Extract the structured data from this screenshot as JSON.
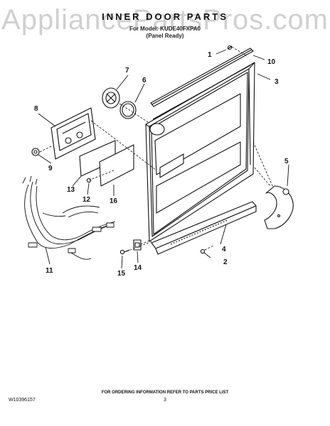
{
  "watermark": "AppliancePartsPros.com",
  "header": {
    "title": "INNER DOOR PARTS",
    "model_line": "For Model: KUDE40FXPA0",
    "panel_line": "(Panel Ready)"
  },
  "callouts": {
    "c1": "1",
    "c2": "2",
    "c3": "3",
    "c4": "4",
    "c5": "5",
    "c6": "6",
    "c7": "7",
    "c8": "8",
    "c9": "9",
    "c10": "10",
    "c11": "11",
    "c12": "12",
    "c13": "13",
    "c14": "14",
    "c15": "15",
    "c16": "16"
  },
  "footer": {
    "note": "FOR ORDERING INFORMATION REFER TO PARTS PRICE LIST",
    "doc_id": "W10396157",
    "page": "3"
  }
}
